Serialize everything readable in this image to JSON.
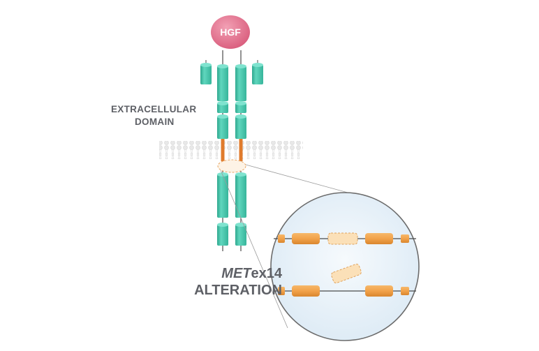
{
  "ligand": {
    "label": "HGF"
  },
  "labels": {
    "domain_line1": "EXTRACELLULAR",
    "domain_line2": "DOMAIN",
    "alteration_gene": "MET",
    "alteration_suffix": "ex14",
    "alteration_line2": "ALTERATION"
  },
  "colors": {
    "ligand": "#e4708c",
    "receptor": "#4fc9b0",
    "transmembrane": "#e07b2c",
    "exon": "#f2a24a",
    "skipped_exon": "#fbe0b8",
    "membrane": "#dcdcdc",
    "zoom_fill": "#eaf3fa",
    "label_text": "#5e6066"
  }
}
